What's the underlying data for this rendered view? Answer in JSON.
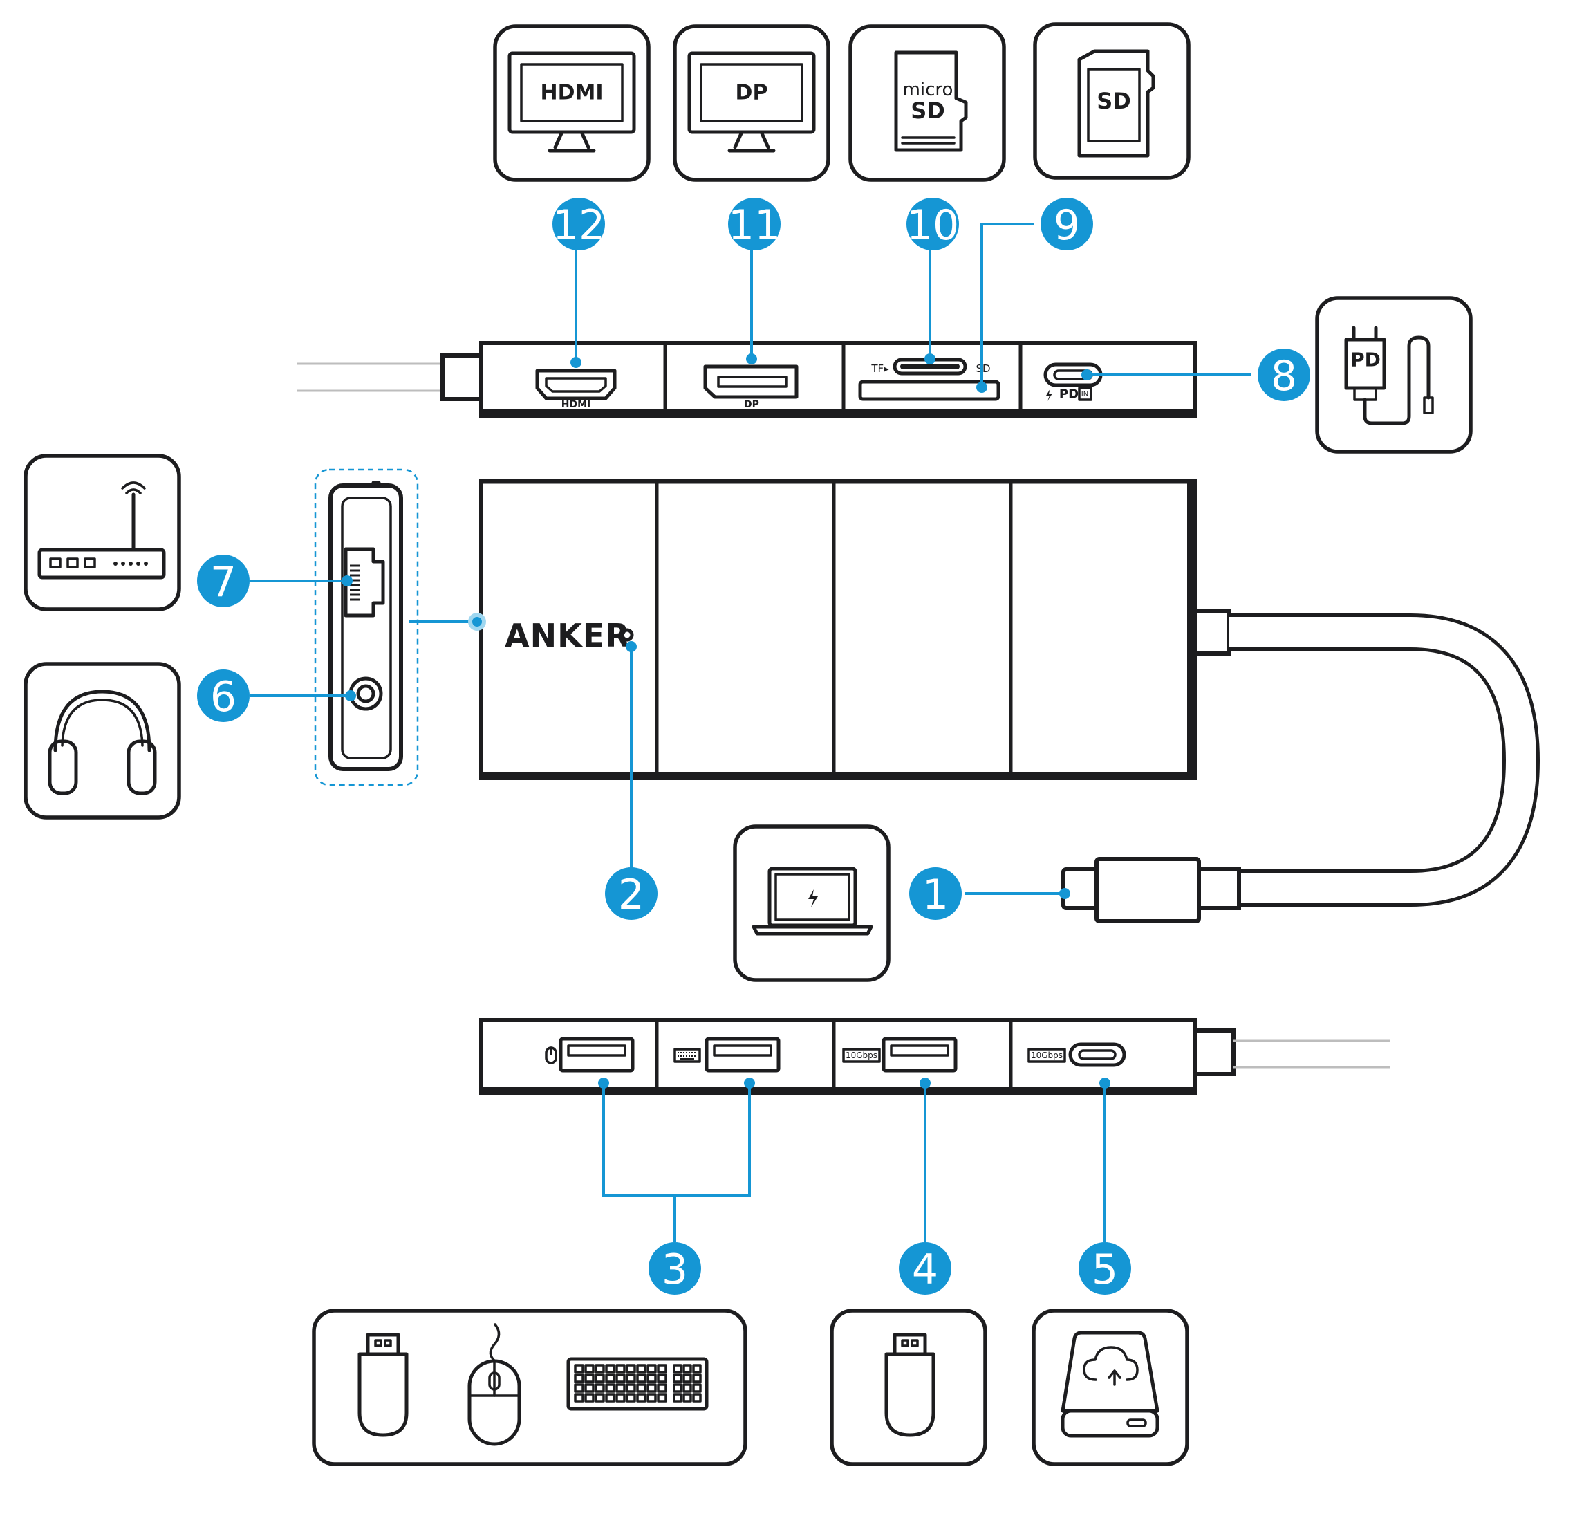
{
  "device": {
    "brand": "ANKER",
    "colors": {
      "ink": "#1d1d1f",
      "accent": "#1596d4",
      "background": "#ffffff"
    }
  },
  "callouts": [
    {
      "number": "1",
      "target": "laptop-icon"
    },
    {
      "number": "2",
      "target": "power-indicator"
    },
    {
      "number": "3",
      "target": "usb-a-ports"
    },
    {
      "number": "4",
      "target": "usb-a-10gbps-port"
    },
    {
      "number": "5",
      "target": "usb-c-10gbps-port"
    },
    {
      "number": "6",
      "target": "audio-jack"
    },
    {
      "number": "7",
      "target": "ethernet-port"
    },
    {
      "number": "8",
      "target": "usb-c-pd-in-port"
    },
    {
      "number": "9",
      "target": "sd-slot"
    },
    {
      "number": "10",
      "target": "microsd-slot"
    },
    {
      "number": "11",
      "target": "displayport"
    },
    {
      "number": "12",
      "target": "hdmi-port"
    }
  ],
  "icons": {
    "hdmi_monitor": "HDMI",
    "dp_monitor": "DP",
    "microsd_micro": "micro",
    "microsd_sd": "SD",
    "sd_card": "SD",
    "pd_charger": "PD"
  },
  "port_labels": {
    "hdmi": "HDMI",
    "dp": "DP",
    "tf": "TF▸",
    "sd": "SD",
    "pd_in": "PD",
    "pd_in_suffix": "IN",
    "speed_usb_a": "10Gbps",
    "speed_usb_c": "10Gbps"
  }
}
